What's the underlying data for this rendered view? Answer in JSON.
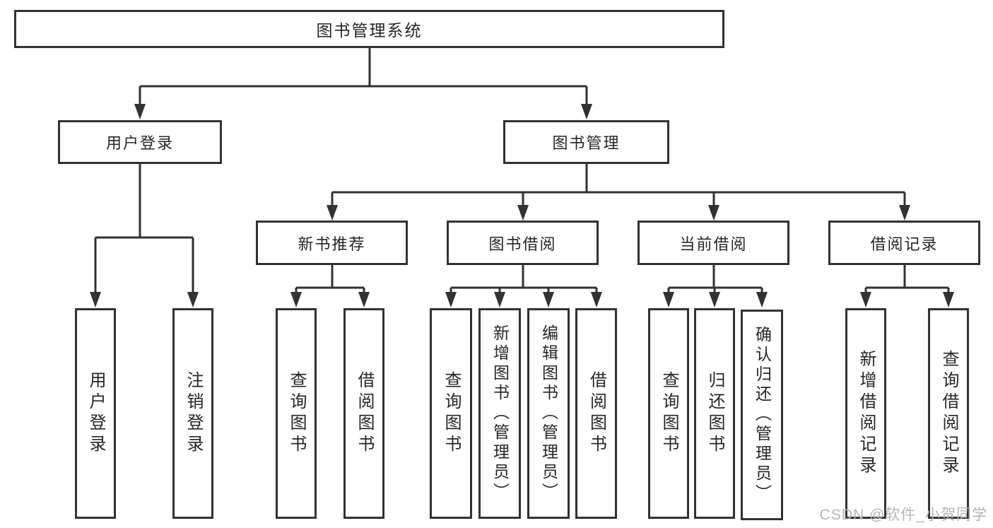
{
  "nodes": {
    "root": "图书管理系统",
    "user_login": "用户登录",
    "book_mgmt": "图书管理",
    "new_book_rec": "新书推荐",
    "book_borrow": "图书借阅",
    "current_borrow": "当前借阅",
    "borrow_records": "借阅记录",
    "leaf_user_login": "用户登录",
    "leaf_logout": "注销登录",
    "leaf_query_book_1": "查询图书",
    "leaf_borrow_book_1": "借阅图书",
    "leaf_query_book_2": "查询图书",
    "leaf_add_book": "新增图书（管理员）",
    "leaf_edit_book": "编辑图书（管理员）",
    "leaf_borrow_book_2": "借阅图书",
    "leaf_query_book_3": "查询图书",
    "leaf_return_book": "归还图书",
    "leaf_confirm_return": "确认归还（管理员）",
    "leaf_add_record": "新增借阅记录",
    "leaf_query_record": "查询借阅记录"
  },
  "edges": [
    {
      "from": "root",
      "to": [
        "user_login",
        "book_mgmt"
      ]
    },
    {
      "from": "user_login",
      "to": [
        "leaf_user_login",
        "leaf_logout"
      ]
    },
    {
      "from": "book_mgmt",
      "to": [
        "new_book_rec",
        "book_borrow",
        "current_borrow",
        "borrow_records"
      ]
    },
    {
      "from": "new_book_rec",
      "to": [
        "leaf_query_book_1",
        "leaf_borrow_book_1"
      ]
    },
    {
      "from": "book_borrow",
      "to": [
        "leaf_query_book_2",
        "leaf_add_book",
        "leaf_edit_book",
        "leaf_borrow_book_2"
      ]
    },
    {
      "from": "current_borrow",
      "to": [
        "leaf_query_book_3",
        "leaf_return_book",
        "leaf_confirm_return"
      ]
    },
    {
      "from": "borrow_records",
      "to": [
        "leaf_add_record",
        "leaf_query_record"
      ]
    }
  ],
  "watermark": "CSDN @软件_小贺同学",
  "colors": {
    "line": "#323232",
    "text": "#262626",
    "watermark": "#b5b5b5",
    "background": "#ffffff"
  }
}
